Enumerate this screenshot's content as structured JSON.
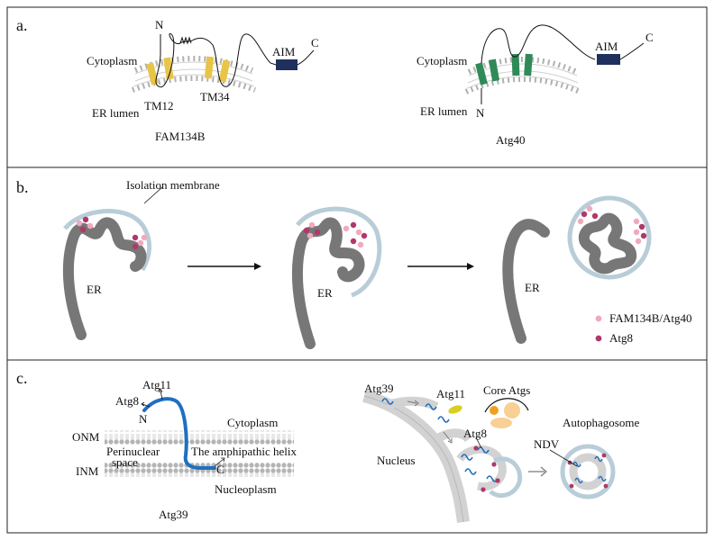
{
  "panel_a": {
    "letter": "a.",
    "left": {
      "title": "FAM134B",
      "n": "N",
      "c": "C",
      "cytoplasm": "Cytoplasm",
      "er_lumen": "ER lumen",
      "tm12": "TM12",
      "tm34": "TM34",
      "aim": "AIM"
    },
    "right": {
      "title": "Atg40",
      "n": "N",
      "c": "C",
      "cytoplasm": "Cytoplasm",
      "er_lumen": "ER lumen",
      "aim": "AIM"
    }
  },
  "panel_b": {
    "letter": "b.",
    "isolation_membrane": "Isolation membrane",
    "er": "ER",
    "legend": {
      "fam134b_atg40": "FAM134B/Atg40",
      "atg8": "Atg8"
    }
  },
  "panel_c": {
    "letter": "c.",
    "left": {
      "atg11": "Atg11",
      "atg8": "Atg8",
      "n": "N",
      "c": "C",
      "onm": "ONM",
      "inm": "INM",
      "perinuclear": "Perinuclear",
      "space": "space",
      "cytoplasm": "Cytoplasm",
      "helix": "The amphipathic helix",
      "nucleoplasm": "Nucleoplasm",
      "title": "Atg39"
    },
    "right": {
      "atg39": "Atg39",
      "atg11": "Atg11",
      "core_atgs": "Core Atgs",
      "atg8": "Atg8",
      "nucleus": "Nucleus",
      "ndv": "NDV",
      "autophagosome": "Autophagosome"
    }
  },
  "colors": {
    "membrane_gray": "#a8a8a8",
    "er_gray": "#777777",
    "isolation_blue": "#b8cdd8",
    "tm_yellow": "#e8c547",
    "tm_green": "#2f8a58",
    "aim_navy": "#1f2f5e",
    "atg39_blue": "#1f6fc0",
    "pink": "#f0a9bd",
    "magenta": "#b0386a",
    "orange": "#f0a020",
    "yellow_green": "#d8d020"
  }
}
